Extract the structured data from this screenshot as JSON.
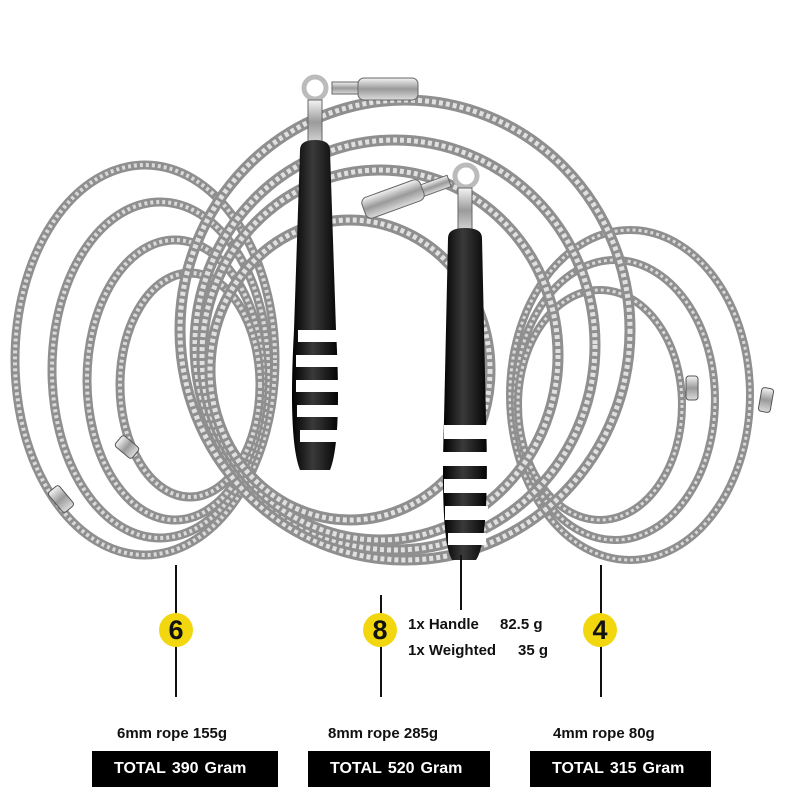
{
  "ropes": [
    {
      "number": "6",
      "label": "6mm rope",
      "weight": "155g",
      "total_prefix": "TOTAL",
      "total_value": "390",
      "total_unit": "Gram"
    },
    {
      "number": "8",
      "label": "8mm rope",
      "weight": "285g",
      "total_prefix": "TOTAL",
      "total_value": "520",
      "total_unit": "Gram"
    },
    {
      "number": "4",
      "label": "4mm rope",
      "weight": "80g",
      "total_prefix": "TOTAL",
      "total_value": "315",
      "total_unit": "Gram"
    }
  ],
  "handle_info": [
    {
      "label": "1x Handle",
      "weight": "82.5 g"
    },
    {
      "label": "1x Weighted",
      "weight": "35 g"
    }
  ],
  "colors": {
    "badge": "#f2d70f",
    "cable": "#9a9a9a",
    "handle": "#111111",
    "bar": "#000000"
  }
}
